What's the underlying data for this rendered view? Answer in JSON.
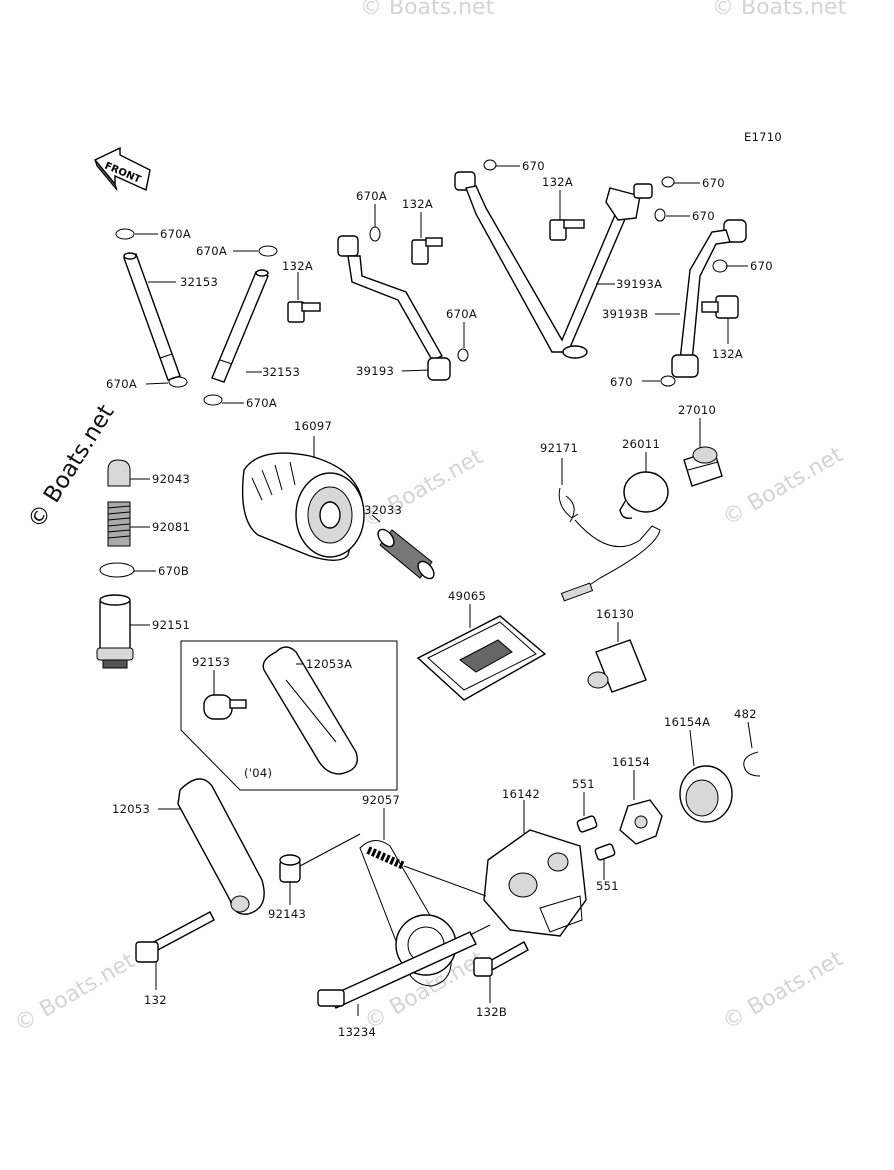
{
  "diagram_code": "E1710",
  "front_label": "FRONT",
  "watermark": "© Boats.net",
  "side_watermark": "© Boats.net",
  "year_note": "('04)",
  "labels": {
    "l670A_a": "670A",
    "l670A_b": "670A",
    "l670A_c": "670A",
    "l670A_d": "670A",
    "l670A_e": "670A",
    "l670A_f": "670A",
    "l32153_a": "32153",
    "l32153_b": "32153",
    "l132A_a": "132A",
    "l132A_b": "132A",
    "l132A_c": "132A",
    "l132A_d": "132A",
    "l39193": "39193",
    "l39193A": "39193A",
    "l39193B": "39193B",
    "l670_a": "670",
    "l670_b": "670",
    "l670_c": "670",
    "l670_d": "670",
    "l670_e": "670",
    "l16097": "16097",
    "l92043": "92043",
    "l92081": "92081",
    "l670B": "670B",
    "l92151": "92151",
    "l32033": "32033",
    "l92171": "92171",
    "l26011": "26011",
    "l27010": "27010",
    "l49065": "49065",
    "l16130": "16130",
    "l92153": "92153",
    "l12053A": "12053A",
    "l12053": "12053",
    "l92057": "92057",
    "l16142": "16142",
    "l551_a": "551",
    "l551_b": "551",
    "l16154": "16154",
    "l16154A": "16154A",
    "l482": "482",
    "l92143": "92143",
    "l132": "132",
    "l13234": "13234",
    "l132B": "132B"
  }
}
